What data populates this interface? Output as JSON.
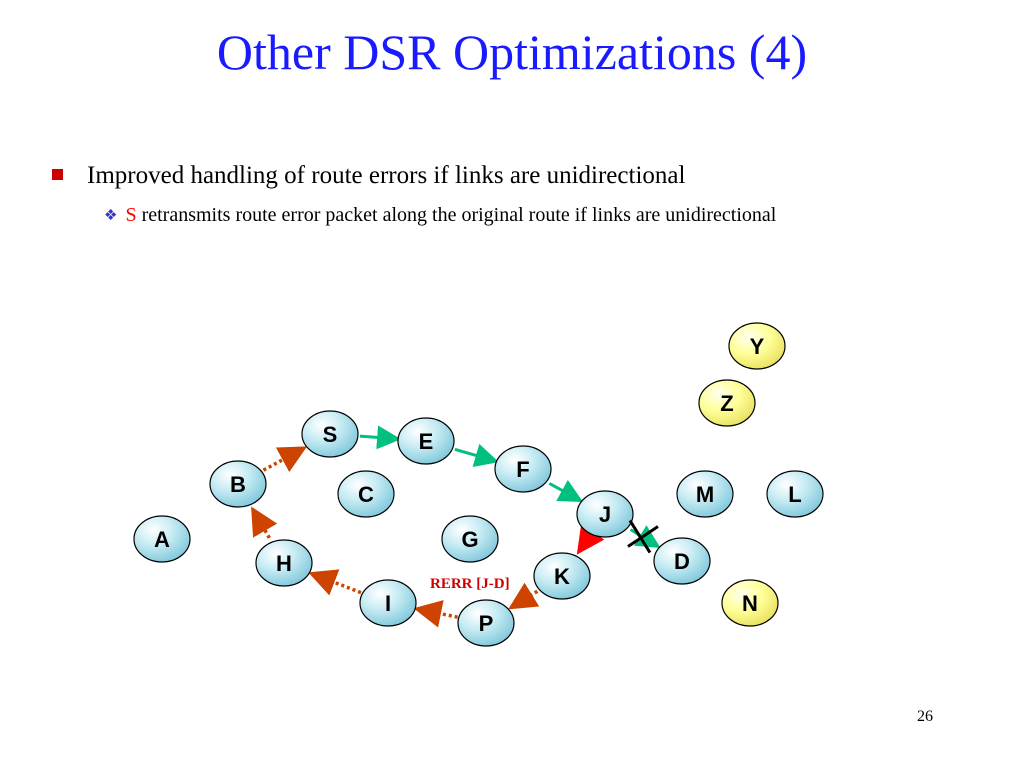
{
  "title": "Other DSR Optimizations (4)",
  "bullets": {
    "main": "Improved handling of route errors if links are unidirectional",
    "sub_highlight": "S",
    "sub_rest": " retransmits route error packet along the original route if links are unidirectional"
  },
  "diagram": {
    "nodes": [
      {
        "id": "S",
        "label": "S",
        "style": "blue"
      },
      {
        "id": "E",
        "label": "E",
        "style": "blue"
      },
      {
        "id": "F",
        "label": "F",
        "style": "blue"
      },
      {
        "id": "J",
        "label": "J",
        "style": "blue"
      },
      {
        "id": "D",
        "label": "D",
        "style": "blue"
      },
      {
        "id": "B",
        "label": "B",
        "style": "blue"
      },
      {
        "id": "C",
        "label": "C",
        "style": "blue"
      },
      {
        "id": "A",
        "label": "A",
        "style": "blue"
      },
      {
        "id": "G",
        "label": "G",
        "style": "blue"
      },
      {
        "id": "H",
        "label": "H",
        "style": "blue"
      },
      {
        "id": "K",
        "label": "K",
        "style": "blue"
      },
      {
        "id": "I",
        "label": "I",
        "style": "blue"
      },
      {
        "id": "P",
        "label": "P",
        "style": "blue"
      },
      {
        "id": "M",
        "label": "M",
        "style": "blue"
      },
      {
        "id": "L",
        "label": "L",
        "style": "blue"
      },
      {
        "id": "Y",
        "label": "Y",
        "style": "yellow"
      },
      {
        "id": "Z",
        "label": "Z",
        "style": "yellow"
      },
      {
        "id": "N",
        "label": "N",
        "style": "yellow"
      }
    ],
    "route_links": [
      [
        "S",
        "E"
      ],
      [
        "E",
        "F"
      ],
      [
        "F",
        "J"
      ],
      [
        "J",
        "D"
      ]
    ],
    "rerr_links": [
      [
        "J",
        "K"
      ],
      [
        "K",
        "P"
      ],
      [
        "P",
        "I"
      ],
      [
        "I",
        "H"
      ],
      [
        "H",
        "B"
      ],
      [
        "B",
        "S"
      ]
    ],
    "broken_link": [
      "J",
      "D"
    ],
    "rerr_label": "RERR [J-D]",
    "colors": {
      "route": "#00c080",
      "rerr_brown": "#cc4400",
      "rerr_red": "#ff0000",
      "blue_fill": "#c8ecf4",
      "yellow_fill": "#ffff99"
    }
  },
  "page_number": "26"
}
